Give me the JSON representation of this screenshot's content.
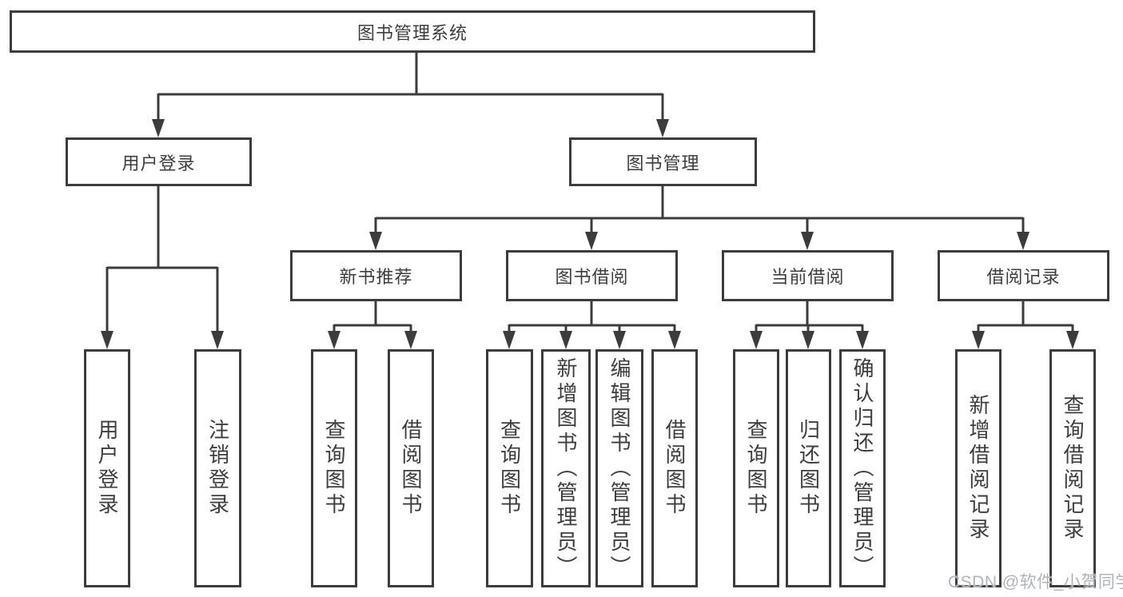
{
  "colors": {
    "line": "#3c3c3c",
    "text": "#3d3d3d",
    "box_background": "#ffffff",
    "page_background": "#ffffff",
    "watermark": "#b1b4b7"
  },
  "root": {
    "label": "图书管理系统"
  },
  "level2": [
    {
      "label": "用户登录"
    },
    {
      "label": "图书管理"
    }
  ],
  "level3": [
    {
      "label": "新书推荐",
      "parent": "图书管理"
    },
    {
      "label": "图书借阅",
      "parent": "图书管理"
    },
    {
      "label": "当前借阅",
      "parent": "图书管理"
    },
    {
      "label": "借阅记录",
      "parent": "图书管理"
    }
  ],
  "leaves": [
    {
      "label": "用户登录",
      "parent": "用户登录"
    },
    {
      "label": "注销登录",
      "parent": "用户登录"
    },
    {
      "label": "查询图书",
      "parent": "新书推荐"
    },
    {
      "label": "借阅图书",
      "parent": "新书推荐"
    },
    {
      "label": "查询图书",
      "parent": "图书借阅"
    },
    {
      "label": "新增图书（管理员）",
      "parent": "图书借阅"
    },
    {
      "label": "编辑图书（管理员）",
      "parent": "图书借阅"
    },
    {
      "label": "借阅图书",
      "parent": "图书借阅"
    },
    {
      "label": "查询图书",
      "parent": "当前借阅"
    },
    {
      "label": "归还图书",
      "parent": "当前借阅"
    },
    {
      "label": "确认归还（管理员）",
      "parent": "当前借阅"
    },
    {
      "label": "新增借阅记录",
      "parent": "借阅记录"
    },
    {
      "label": "查询借阅记录",
      "parent": "借阅记录"
    }
  ],
  "watermark": "CSDN @软件_小贺同学"
}
